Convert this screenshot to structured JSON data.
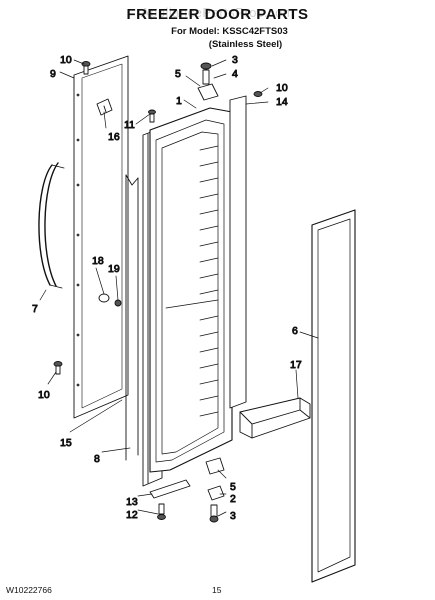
{
  "watermark": "AppliancePartsPros.com",
  "title": "FREEZER DOOR PARTS",
  "model_line": "For Model: KSSC42FTS03",
  "finish_line": "(Stainless Steel)",
  "footer_doc": "W10222766",
  "footer_page": "15",
  "callouts": {
    "c1": "1",
    "c2": "2",
    "c3_top": "3",
    "c3_bottom": "3",
    "c4": "4",
    "c5_top": "5",
    "c5_bottom": "5",
    "c6": "6",
    "c7": "7",
    "c8": "8",
    "c9": "9",
    "c10_left_top": "10",
    "c10_right": "10",
    "c10_left_bottom": "10",
    "c11": "11",
    "c12": "12",
    "c13": "13",
    "c14": "14",
    "c15": "15",
    "c16": "16",
    "c17": "17",
    "c18": "18",
    "c19": "19"
  }
}
